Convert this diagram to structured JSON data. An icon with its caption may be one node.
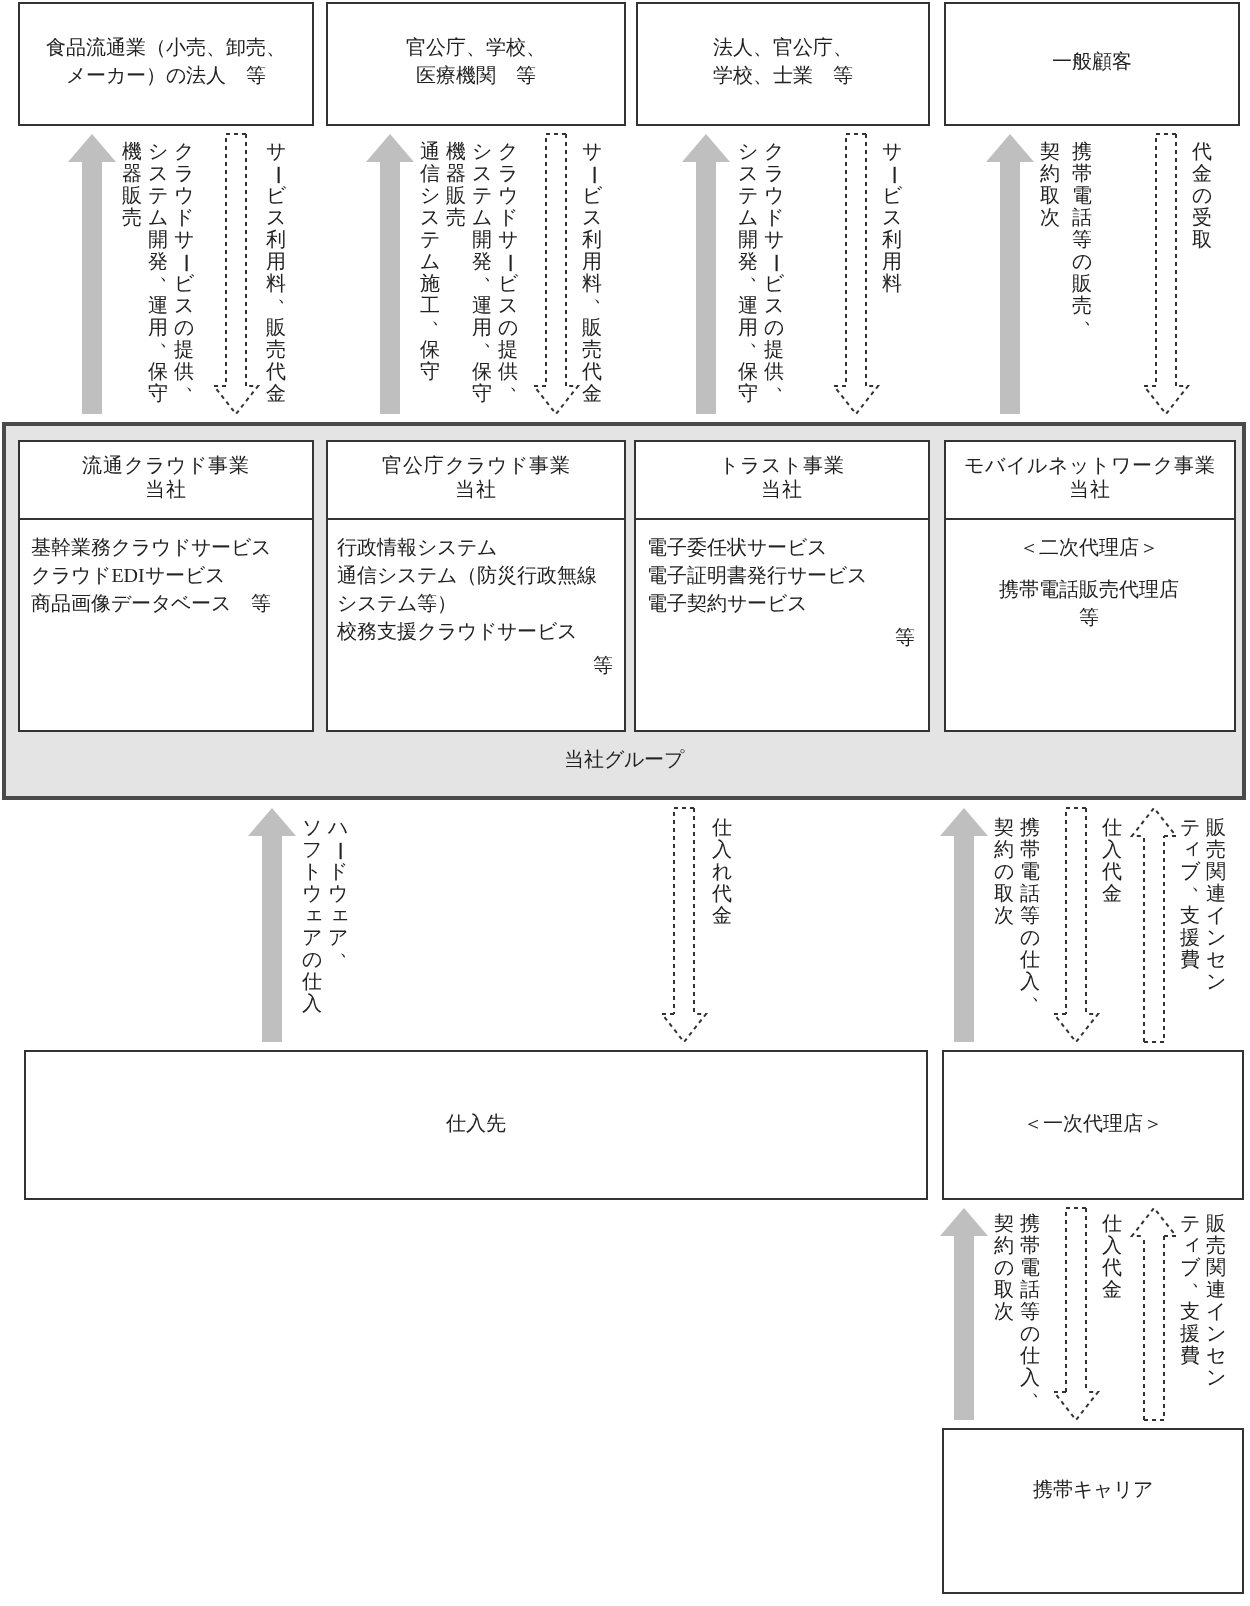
{
  "diagram": {
    "nodes": [
      {
        "text": [
          "食品流通業（小売、卸売、メーカー）の法人　等"
        ]
      },
      {
        "text": [
          "官公庁、学校、医療機関　等"
        ]
      },
      {
        "text": [
          "法人、官公庁、学校、士業　等"
        ]
      },
      {
        "text": [
          "一般顧客"
        ]
      },
      {
        "text": [
          "当社グループ"
        ]
      },
      {
        "text": [
          "流通クラウド事業",
          "当社",
          "基幹業務クラウドサービス",
          "クラウドEDIサービス",
          "商品画像データベース　等"
        ],
        "in": 4
      },
      {
        "text": [
          "官公庁クラウド事業",
          "当社",
          "行政情報システム",
          "通信システム（防災行政無線システム等）",
          "校務支援クラウドサービス",
          "等"
        ],
        "in": 4
      },
      {
        "text": [
          "トラスト事業",
          "当社",
          "電子委任状サービス",
          "電子証明書発行サービス",
          "電子契約サービス",
          "等"
        ],
        "in": 4
      },
      {
        "text": [
          "モバイルネットワーク事業",
          "当社",
          "＜二次代理店＞",
          "携帯電話販売代理店",
          "等"
        ],
        "in": 4
      },
      {
        "text": [
          "仕入先"
        ]
      },
      {
        "text": [
          "＜一次代理店＞"
        ]
      },
      {
        "text": [
          "携帯キャリア"
        ]
      }
    ],
    "edges": [
      {
        "from": 4,
        "to": 0,
        "arrow": "to",
        "label": "クラウドサービスの提供、システム開発、運用、保守機器販売",
        "style": "thick",
        "color": "#bfbfbf"
      },
      {
        "from": 0,
        "to": 4,
        "arrow": "to",
        "label": "サービス利用料、販売代金",
        "style": "dashed"
      },
      {
        "from": 4,
        "to": 1,
        "arrow": "to",
        "label": "クラウドサービスの提供、システム開発、運用、保守機器販売通信システム施工、保守",
        "style": "thick",
        "color": "#bfbfbf"
      },
      {
        "from": 1,
        "to": 4,
        "arrow": "to",
        "label": "サービス利用料、販売代金",
        "style": "dashed"
      },
      {
        "from": 4,
        "to": 2,
        "arrow": "to",
        "label": "クラウドサービスの提供、システム開発、運用、保守",
        "style": "thick",
        "color": "#bfbfbf"
      },
      {
        "from": 2,
        "to": 4,
        "arrow": "to",
        "label": "サービス利用料",
        "style": "dashed"
      },
      {
        "from": 4,
        "to": 3,
        "arrow": "to",
        "label": "携帯電話等の販売、契約取次",
        "style": "thick",
        "color": "#bfbfbf"
      },
      {
        "from": 3,
        "to": 4,
        "arrow": "to",
        "label": "代金の受取",
        "style": "dashed"
      },
      {
        "from": 9,
        "to": 4,
        "arrow": "to",
        "label": "ハードウェア、ソフトウェアの仕入",
        "style": "thick",
        "color": "#bfbfbf"
      },
      {
        "from": 4,
        "to": 9,
        "arrow": "to",
        "label": "仕入れ代金",
        "style": "dashed"
      },
      {
        "from": 10,
        "to": 4,
        "arrow": "to",
        "label": "携帯電話等の仕入、契約の取次",
        "style": "thick",
        "color": "#bfbfbf"
      },
      {
        "from": 4,
        "to": 10,
        "arrow": "to",
        "label": "仕入代金",
        "style": "dashed"
      },
      {
        "from": 10,
        "to": 4,
        "arrow": "to",
        "label": "販売関連インセンティブ、支援費",
        "style": "dashed"
      },
      {
        "from": 11,
        "to": 10,
        "arrow": "to",
        "label": "携帯電話等の仕入、契約の取次",
        "style": "thick",
        "color": "#bfbfbf"
      },
      {
        "from": 10,
        "to": 11,
        "arrow": "to",
        "label": "仕入代金",
        "style": "dashed"
      },
      {
        "from": 11,
        "to": 10,
        "arrow": "to",
        "label": "販売関連インセンティブ、支援費",
        "style": "dashed"
      }
    ]
  }
}
